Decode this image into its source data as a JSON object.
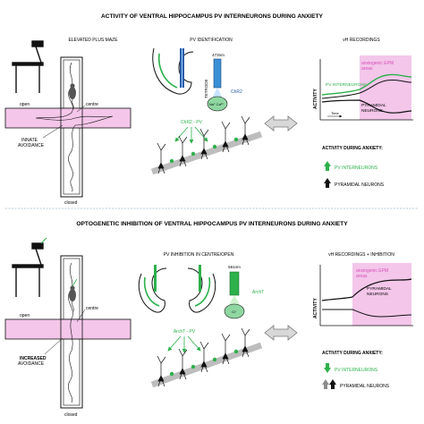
{
  "top": {
    "title": "ACTIVITY OF VENTRAL HIPPOCAMPUS PV INTERNEURONS DURING ANXIETY",
    "maze_title": "ELEVATED PLUS MAZE",
    "open": "open",
    "centre": "centre",
    "closed": "closed",
    "innate_1": "INNATE",
    "innate_2": "AVOIDANCE",
    "pv_id_title": "PV IDENTIFICATION",
    "wavelength": "473nm",
    "tetrode": "TETRODE",
    "chr2": "ChR2",
    "na_ca": "Na⁺ Ca²⁺",
    "chr2_pv": "ChR2 - PV",
    "vh_title": "vH RECORDINGS",
    "anxiogenic_1": "anxiogenic EPM",
    "anxiogenic_2": "areas",
    "pv_interneurons_trace": "PV INTERNEURONS",
    "pyramidal_trace_1": "PYRAMIDAL",
    "pyramidal_trace_2": "NEURONS",
    "activity_axis": "ACTIVITY",
    "time_axis": "Time",
    "activity_during": "ACTIVITY DURING ANXIETY:",
    "pv_result": "PV INTERNEURONS",
    "pyr_result": "PYRAMIDAL NEURONS"
  },
  "bottom": {
    "title": "OPTOGENETIC INHIBITION OF VENTRAL HIPPOCAMPUS PV INTERNEURONS DURING ANXIETY",
    "open": "open",
    "centre": "centre",
    "closed": "closed",
    "increased_1": "INCREASED",
    "increased_2": "AVOIDANCE",
    "pv_inh_title": "PV INHIBITION IN CENTRE/OPEN",
    "wavelength": "561nm",
    "archt": "ArchT",
    "cl": "Cl⁻",
    "archt_pv": "ArchT - PV",
    "vh_title": "vH RECORDINGS + INHIBITION",
    "anxiogenic_1": "anxiogenic EPM",
    "anxiogenic_2": "areas",
    "pyramidal_trace_1": "PYRAMIDAL",
    "pyramidal_trace_2": "NEURONS",
    "activity_axis": "ACTIVITY",
    "activity_during": "ACTIVITY DURING ANXIETY:",
    "pv_result": "PV INTERNEURONS",
    "pyr_result": "PYRAMIDAL NEURONS"
  },
  "colors": {
    "green": "#2db14b",
    "pink": "#f3c6ea",
    "pink_dark": "#d94fb8",
    "grey": "#8c8c8c"
  }
}
